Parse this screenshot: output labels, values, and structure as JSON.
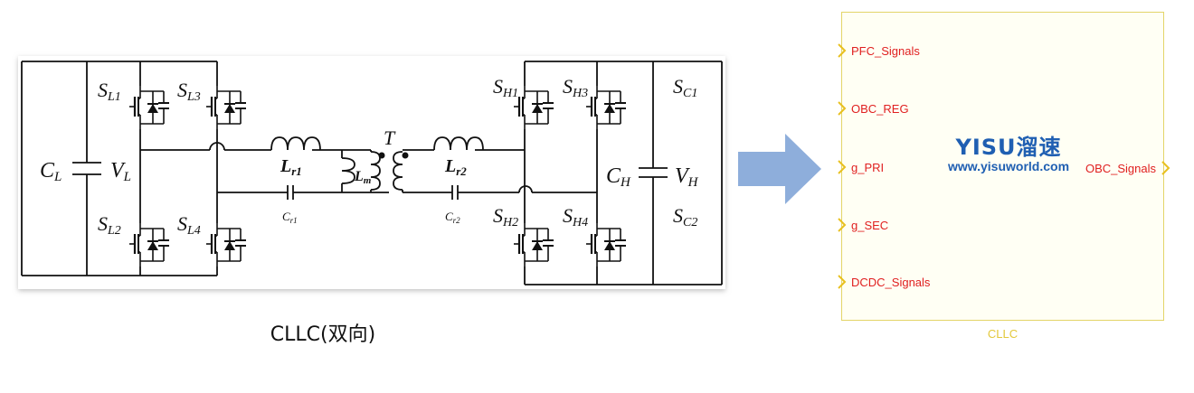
{
  "schematic": {
    "labels": {
      "sl1": "S",
      "sl1_sub": "L1",
      "sl3": "S",
      "sl3_sub": "L3",
      "sl2": "S",
      "sl2_sub": "L2",
      "sl4": "S",
      "sl4_sub": "L4",
      "sh1": "S",
      "sh1_sub": "H1",
      "sh3": "S",
      "sh3_sub": "H3",
      "sh2": "S",
      "sh2_sub": "H2",
      "sh4": "S",
      "sh4_sub": "H4",
      "sc1": "S",
      "sc1_sub": "C1",
      "sc2": "S",
      "sc2_sub": "C2",
      "cl": "C",
      "cl_sub": "L",
      "vl": "V",
      "vl_sub": "L",
      "ch": "C",
      "ch_sub": "H",
      "vh": "V",
      "vh_sub": "H",
      "lr1": "L",
      "lr1_sub": "r1",
      "lr2": "L",
      "lr2_sub": "r2",
      "lm": "L",
      "lm_sub": "m",
      "t": "T",
      "cr1": "C",
      "cr1_sub": "r1",
      "cr2": "C",
      "cr2_sub": "r2"
    },
    "caption": "CLLC(双向)"
  },
  "block": {
    "label": "CLLC",
    "input_ports": [
      "PFC_Signals",
      "OBC_REG",
      "g_PRI",
      "g_SEC",
      "DCDC_Signals"
    ],
    "output_port": "OBC_Signals",
    "logo_mark": "YISU溜速",
    "logo_url": "www.yisuworld.com"
  },
  "colors": {
    "port_text": "#e02020",
    "port_marker": "#e8c020",
    "block_border": "#e3d568",
    "arrow": "#8eaedb",
    "logo": "#1f5fb2"
  }
}
